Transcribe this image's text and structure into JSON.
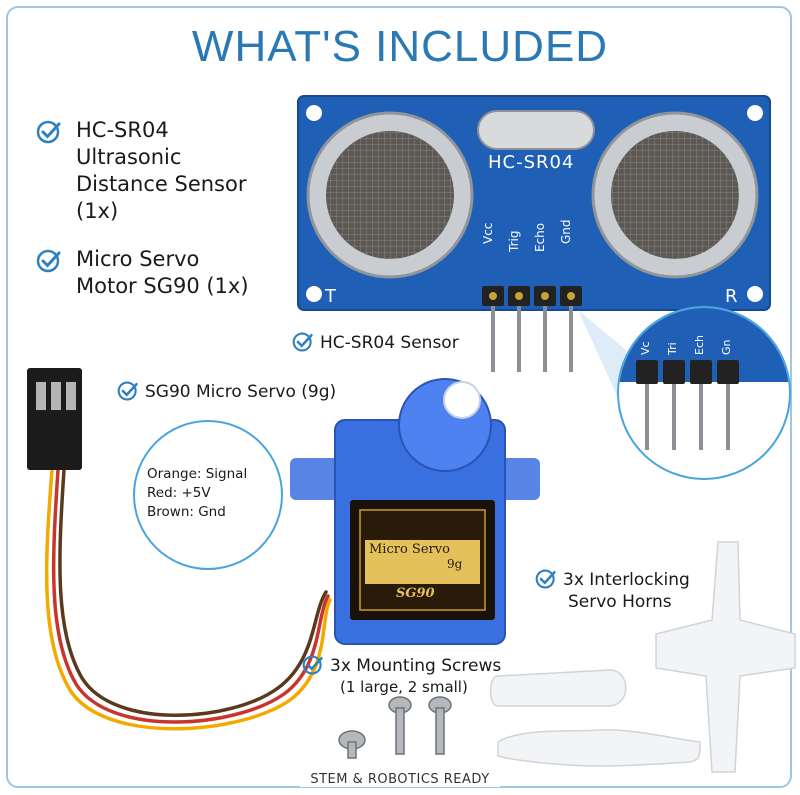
{
  "title": "WHAT'S INCLUDED",
  "features": [
    {
      "lines": [
        "HC-SR04",
        "Ultrasonic",
        "Distance Sensor",
        "(1x)"
      ]
    },
    {
      "lines": [
        "Micro Servo",
        "Motor SG90 (1x)"
      ]
    }
  ],
  "labels": {
    "sensor": "HC-SR04 Sensor",
    "servo": "SG90 Micro Servo (9g)",
    "horns_1": "3x Interlocking",
    "horns_2": "Servo Horns",
    "screws_1": "3x Mounting Screws",
    "screws_2": "(1 large, 2 small)"
  },
  "wiring": {
    "line1": "Orange: Signal",
    "line2": "Red: +5V",
    "line3": "Brown: Gnd"
  },
  "board": {
    "model": "HC-SR04",
    "pins": [
      "Vcc",
      "Trig",
      "Echo",
      "Gnd"
    ],
    "pins_zoom": [
      "Vc",
      "Tri",
      "Ech",
      "Gn"
    ],
    "left_mark": "T",
    "right_mark": "R"
  },
  "servo_sticker": {
    "line1": "Micro Servo",
    "line2": "9g",
    "line3": "SG90"
  },
  "footer": "STEM & ROBOTICS READY",
  "colors": {
    "accent": "#2b79b4",
    "check": "#2f80c0",
    "board": "#1f5fb5",
    "servo": "#3a6fe0",
    "wire_orange": "#f2a900",
    "wire_red": "#c8352e",
    "wire_brown": "#5a3a1e"
  },
  "icons": [
    "check-icon"
  ]
}
